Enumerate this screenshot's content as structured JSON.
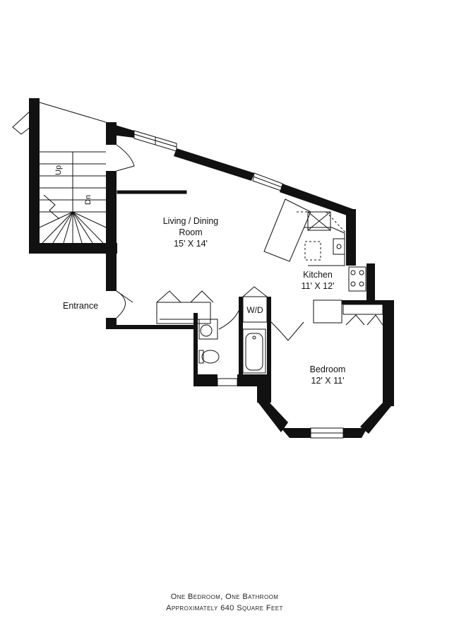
{
  "rooms": {
    "living": {
      "name_line1": "Living / Dining",
      "name_line2": "Room",
      "dims": "15' X 14'"
    },
    "kitchen": {
      "name": "Kitchen",
      "dims": "11' X 12'"
    },
    "bedroom": {
      "name": "Bedroom",
      "dims": "12' X 11'"
    }
  },
  "labels": {
    "entrance": "Entrance",
    "washer_dryer": "W/D",
    "stair_up": "Up",
    "stair_down": "Dn"
  },
  "caption": {
    "line1": "One Bedroom, One Bathroom",
    "line2": "Approximately 640 Square Feet"
  }
}
